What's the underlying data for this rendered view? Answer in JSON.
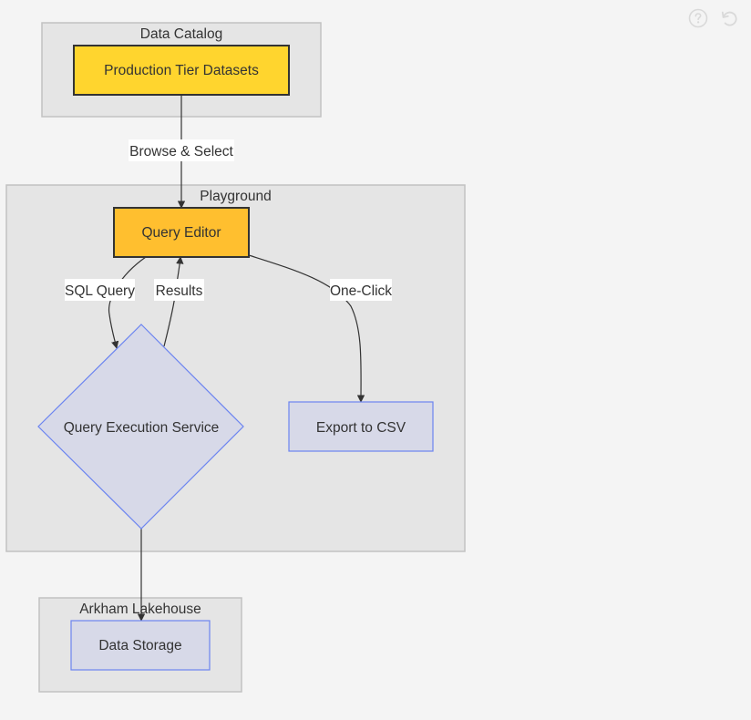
{
  "toolbar": {
    "help_icon": "help-icon",
    "reset_icon": "reset-icon",
    "icon_color": "#d9d9d9"
  },
  "colors": {
    "background": "#f4f4f4",
    "cluster_fill": "#e5e5e5",
    "cluster_stroke": "#c2c2c2",
    "datasets_fill": "#ffd52e",
    "editor_fill": "#ffbf2f",
    "highlight_stroke": "#333333",
    "service_fill": "#d7d9e8",
    "service_stroke": "#6b84f0",
    "edge": "#333333",
    "text": "#333333"
  },
  "clusters": {
    "data_catalog": "Data Catalog",
    "playground": "Playground",
    "arkham_lakehouse": "Arkham Lakehouse"
  },
  "nodes": {
    "production_datasets": "Production Tier Datasets",
    "query_editor": "Query Editor",
    "query_execution_service": "Query Execution Service",
    "export_csv": "Export to CSV",
    "data_storage": "Data Storage"
  },
  "edges": {
    "browse_select": "Browse & Select",
    "sql_query": "SQL Query",
    "results": "Results",
    "one_click": "One-Click"
  }
}
